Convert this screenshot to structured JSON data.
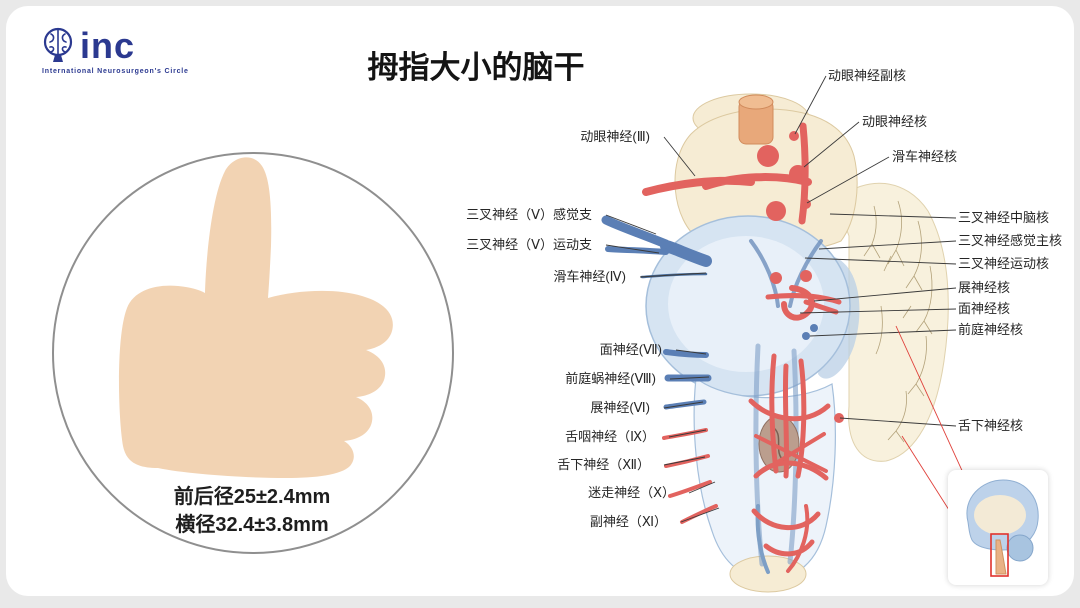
{
  "logo": {
    "name": "inc",
    "subtitle": "International  Neurosurgeon's  Circle",
    "color": "#2b3990"
  },
  "title": "拇指大小的脑干",
  "thumb_panel": {
    "measurement_line1": "前后径25±2.4mm",
    "measurement_line2": "横径32.4±3.8mm"
  },
  "diagram": {
    "left_labels": [
      {
        "text": "动眼神经(Ⅲ)"
      },
      {
        "text": "三叉神经（Ⅴ）感觉支"
      },
      {
        "text": "三叉神经（Ⅴ）运动支"
      },
      {
        "text": "滑车神经(Ⅳ)"
      },
      {
        "text": "面神经(Ⅶ)"
      },
      {
        "text": "前庭蜗神经(Ⅷ)"
      },
      {
        "text": "展神经(Ⅵ)"
      },
      {
        "text": "舌咽神经（Ⅸ）"
      },
      {
        "text": "舌下神经（Ⅻ）"
      },
      {
        "text": "迷走神经（Ⅹ）"
      },
      {
        "text": "副神经（Ⅺ）"
      }
    ],
    "right_labels": [
      {
        "text": "动眼神经副核"
      },
      {
        "text": "动眼神经核"
      },
      {
        "text": "滑车神经核"
      },
      {
        "text": "三叉神经中脑核"
      },
      {
        "text": "三叉神经感觉主核"
      },
      {
        "text": "三叉神经运动核"
      },
      {
        "text": "展神经核"
      },
      {
        "text": "面神经核"
      },
      {
        "text": "前庭神经核"
      },
      {
        "text": "舌下神经核"
      }
    ]
  },
  "colors": {
    "background": "#e9e9e9",
    "card": "#ffffff",
    "skin": "#f2d3b3",
    "brand_blue": "#2b3990",
    "nerve_blue": "#5b7fb5",
    "nucleus_red": "#e2635f",
    "cream": "#f6ecd4",
    "pons_blue": "#d6e4f2",
    "inset_highlight_red": "#e0322c"
  }
}
